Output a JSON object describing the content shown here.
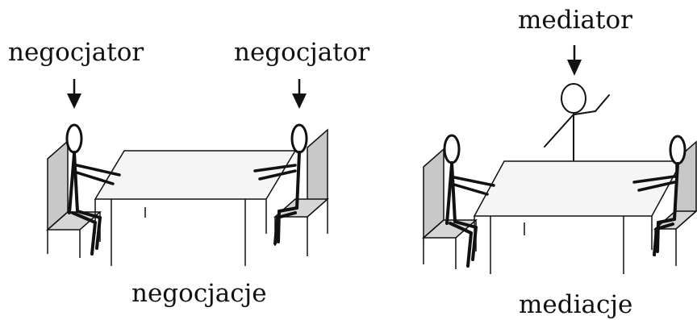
{
  "labels": {
    "negotiator_left": "negocjator",
    "negotiator_right": "negocjator",
    "mediator": "mediator",
    "caption_negotiation": "negocjacje",
    "caption_mediation": "mediacje"
  },
  "colors": {
    "ink": "#111111",
    "chair_fill": "#c8c8c8",
    "table_fill": "#f5f5f5"
  }
}
